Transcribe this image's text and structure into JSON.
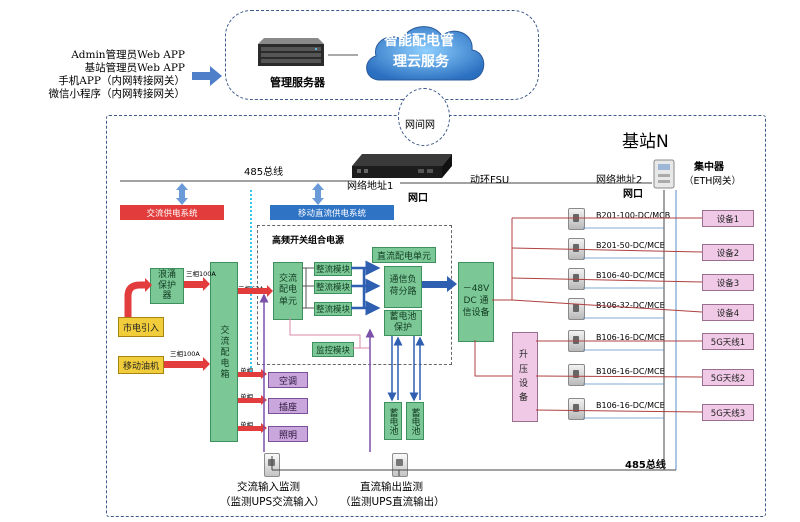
{
  "top": {
    "clients": [
      "Admin管理员Web APP",
      "基站管理员Web APP",
      "手机APP（内网转接网关）",
      "微信小程序（内网转接网关）"
    ],
    "server_label": "管理服务器",
    "cloud_label_line1": "智能配电管",
    "cloud_label_line2": "理云服务",
    "link_label": "网间网"
  },
  "site": {
    "title": "基站N",
    "bus_top": "485总线",
    "bus_bottom": "485总线",
    "fsu_addr1": "网络地址1",
    "fsu_port1": "网口",
    "fsu_label": "动环FSU",
    "fsu_addr2": "网络地址2",
    "fsu_port2": "网口",
    "concentrator_line1": "集中器",
    "concentrator_line2": "（ETH网关）",
    "ac_system": "交流供电系统",
    "dc_system": "移动直流供电系统",
    "hf_power": "高频开关组合电源",
    "mains": "市电引入",
    "generator": "移动油机",
    "surge": "浪涌保护器",
    "ac_box": "交流配电箱",
    "ac_unit": "交流配电单元",
    "rectifiers": [
      "整流模块",
      "整流模块",
      "整流模块"
    ],
    "monitor": "监控模块",
    "dc_unit": "直流配电单元",
    "dc_branches": "通信负荷分路",
    "battery_protect": "蓄电池保护",
    "batteries": [
      "蓄电池",
      "蓄电池"
    ],
    "dc48": "－48V DC 通信设备",
    "ac_loads": [
      "空调",
      "插座",
      "照明"
    ],
    "boost": "升压设备",
    "wire_labels": [
      "三相100A",
      "三相100A",
      "三相63A",
      "单相",
      "单相",
      "单相"
    ],
    "breakers": [
      "B201-100-DC/MCB",
      "B201-50-DC/MCB",
      "B106-40-DC/MCB",
      "B106-32-DC/MCB",
      "B106-16-DC/MCB",
      "B106-16-DC/MCB",
      "B106-16-DC/MCB"
    ],
    "devices": [
      "设备1",
      "设备2",
      "设备3",
      "设备4"
    ],
    "antennas": [
      "5G天线1",
      "5G天线2",
      "5G天线3"
    ],
    "ac_monitor_line1": "交流输入监测",
    "ac_monitor_line2": "（监测UPS交流输入）",
    "dc_monitor_line1": "直流输出监测",
    "dc_monitor_line2": "（监测UPS直流输出）"
  },
  "colors": {
    "green_box": "#7bc896",
    "purple_box": "#c9a6dc",
    "pink_box": "#f0c9e6",
    "red_bar": "#e23c3c",
    "blue_bar": "#2f73c5",
    "yellow_box": "#f1cd3c",
    "cloud": "#3f86d0"
  }
}
